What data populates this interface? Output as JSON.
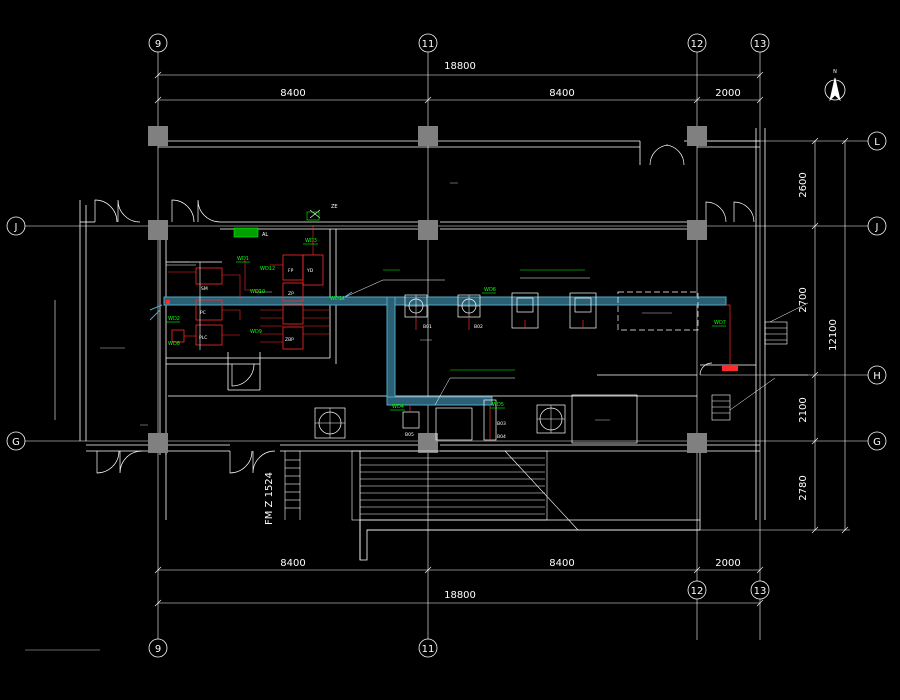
{
  "drawing": {
    "grid_labels": {
      "top": [
        "9",
        "11",
        "12",
        "13"
      ],
      "bottom": [
        "9",
        "11",
        "12",
        "13"
      ],
      "left": [
        "J",
        "G"
      ],
      "right": [
        "L",
        "J",
        "H",
        "G"
      ]
    },
    "dimensions": {
      "top_total": "18800",
      "top_segments": [
        "8400",
        "8400",
        "2000"
      ],
      "bottom_segments": [
        "8400",
        "8400",
        "2000"
      ],
      "bottom_total": "18800",
      "right_segments": [
        "2600",
        "2700",
        "2100",
        "2780"
      ],
      "right_total": "12100"
    },
    "equipment_labels": {
      "al": "AL",
      "ze": "ZE",
      "fp": "FP",
      "yd": "YD",
      "pc": "PC",
      "sm": "SM",
      "plc": "PLC",
      "zp": "ZP",
      "zbp": "ZBP",
      "b01": "B01",
      "b02": "B02",
      "b03": "B03",
      "b04": "B04",
      "b05": "B05"
    },
    "cable_labels": [
      "WD1",
      "WD2",
      "WD3",
      "WD4",
      "WD5",
      "WD6",
      "WD7",
      "WD8",
      "WD9",
      "WD10",
      "WD11",
      "WD12"
    ],
    "side_text": "FM Z 1524",
    "colors": {
      "background": "#000000",
      "wall": "#ffffff",
      "column": "#808080",
      "cable_tray": "#4fa8c8",
      "cable": "#ff2a2a",
      "label_line": "#00ff00",
      "grid_line": "#ffffff"
    }
  }
}
